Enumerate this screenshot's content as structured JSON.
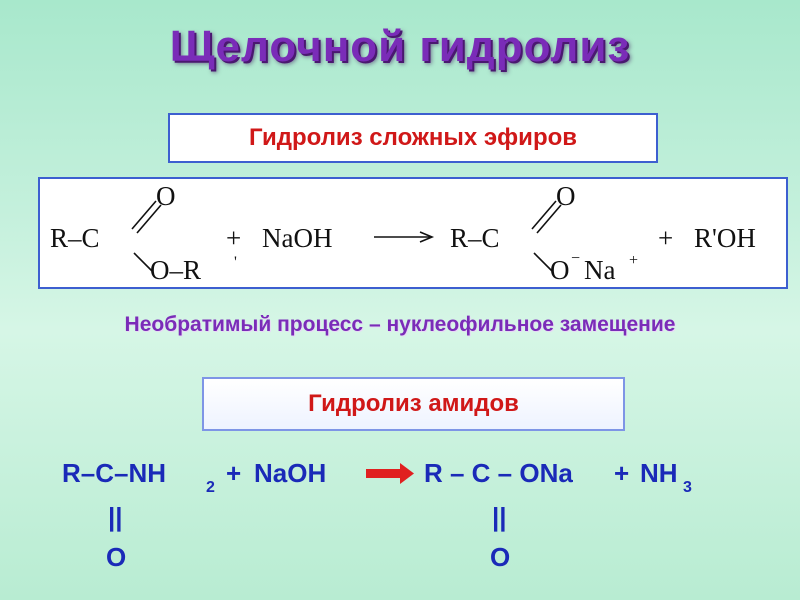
{
  "title": "Щелочной гидролиз",
  "esters": {
    "header": "Гидролиз сложных эфиров",
    "reaction": {
      "reactant_r": "R–C",
      "reactant_o_top": "O",
      "reactant_o_bottom": "O–R",
      "reactant_prime": "'",
      "plus1": "+",
      "reagent": "NaOH",
      "product_r": "R–C",
      "product_o_top": "O",
      "product_o_bottom": "O",
      "product_minus": "−",
      "product_na": "Na",
      "product_plus_charge": "+",
      "plus2": "+",
      "alcohol": "R'OH"
    }
  },
  "process_note": "Необратимый процесс – нуклеофильное замещение",
  "amides": {
    "header": "Гидролиз амидов",
    "reaction": {
      "reactant": "R–C–NH",
      "reactant_sub": "2",
      "plus1": "+",
      "reagent": "NaOH",
      "product": "R – C – ONa",
      "plus2": "+",
      "ammonia": "NH",
      "ammonia_sub": "3",
      "double_bond": "||",
      "oxygen": "O"
    }
  },
  "colors": {
    "title": "#7a2cb8",
    "header_text": "#d01818",
    "box_border": "#3d5fd0",
    "amide_text": "#1a2ab8",
    "arrow": "#e02020"
  }
}
